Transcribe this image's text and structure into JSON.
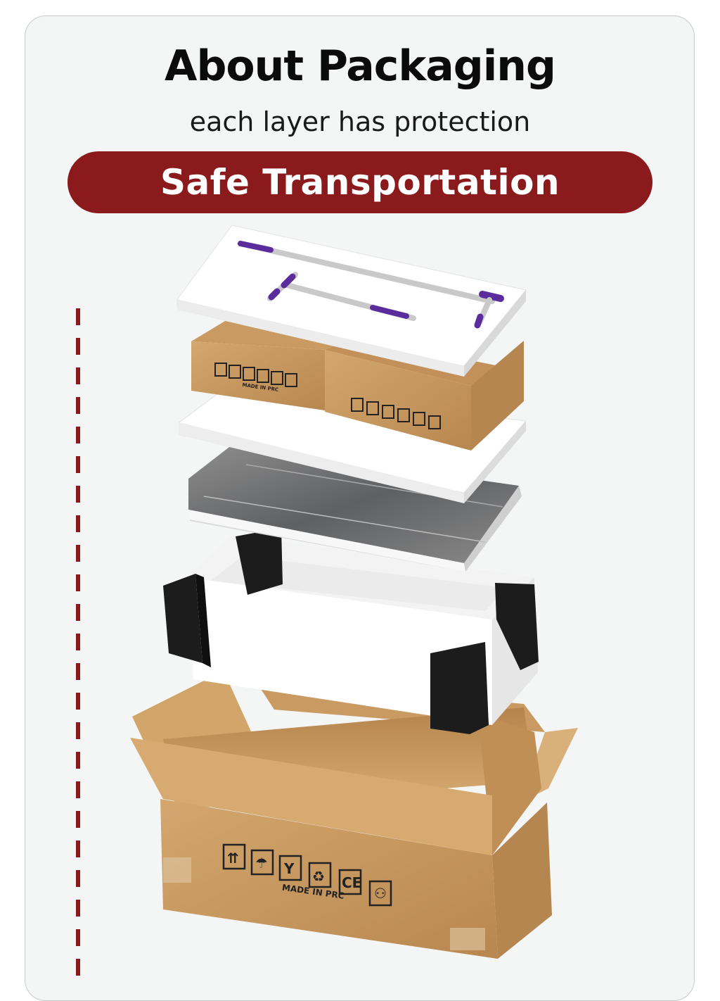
{
  "header": {
    "title": "About Packaging",
    "subtitle": "each layer has protection"
  },
  "banner": {
    "label": "Safe Transportation",
    "color": "#8a1a1c"
  },
  "illustration": {
    "layers": [
      {
        "name": "foam-board-with-rods"
      },
      {
        "name": "small-cartons",
        "print": "MADE IN PRC"
      },
      {
        "name": "foam-board"
      },
      {
        "name": "wrapped-panels"
      },
      {
        "name": "foam-frame-with-corner-guards"
      },
      {
        "name": "outer-carton",
        "print": "MADE IN PRC"
      }
    ],
    "colors": {
      "cardboard": "#c99a62",
      "cardboard_dark": "#a97b47",
      "foam": "#ffffff",
      "corner_guard": "#1c1c1c",
      "rod_purple": "#5b2d9c"
    }
  }
}
